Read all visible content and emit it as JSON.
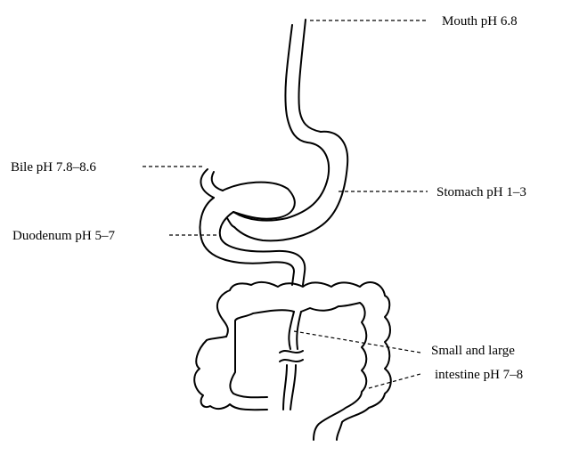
{
  "labels": {
    "mouth": "Mouth pH 6.8",
    "bile": "Bile pH 7.8–8.6",
    "stomach": "Stomach pH 1–3",
    "duodenum": "Duodenum pH 5–7",
    "intestine_line1": "Small and large",
    "intestine_line2": "intestine pH 7–8"
  }
}
